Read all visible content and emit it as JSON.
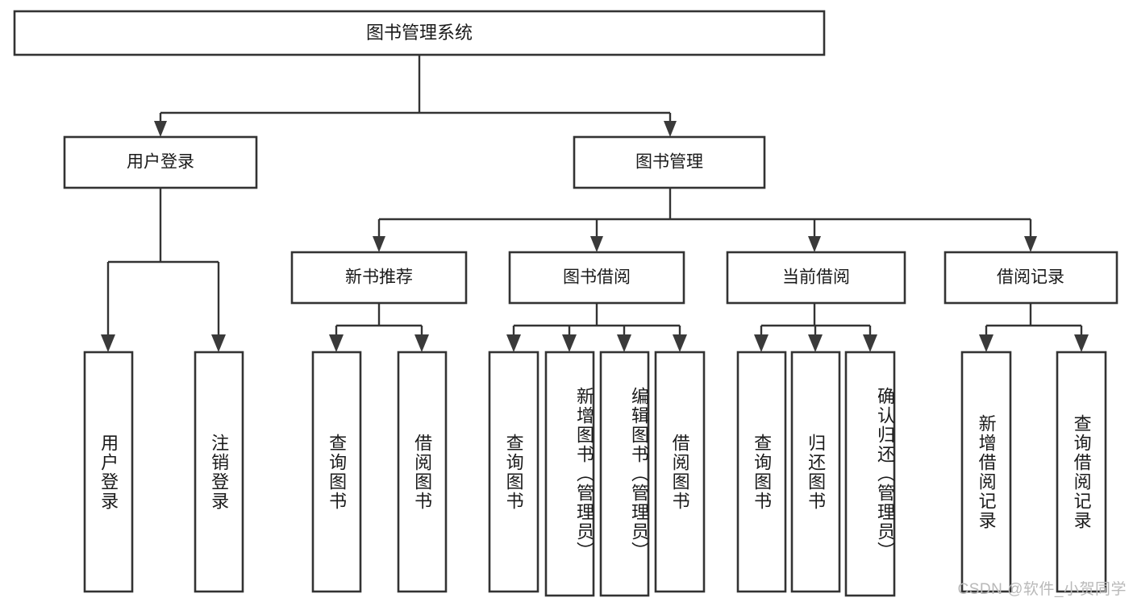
{
  "diagram": {
    "title": "图书管理系统",
    "watermark": "CSDN @软件_小贺同学",
    "line_color": "#333333",
    "box_fill": "#ffffff",
    "text_color": "#1a1a1a",
    "levels": {
      "root": {
        "label": "图书管理系统"
      },
      "level2": [
        {
          "label": "用户登录"
        },
        {
          "label": "图书管理"
        }
      ],
      "level3": [
        {
          "label": "新书推荐"
        },
        {
          "label": "图书借阅"
        },
        {
          "label": "当前借阅"
        },
        {
          "label": "借阅记录"
        }
      ],
      "leaves": {
        "user_login": [
          {
            "label": "用户登录"
          },
          {
            "label": "注销登录"
          }
        ],
        "new_book_recommend": [
          {
            "label": "查询图书"
          },
          {
            "label": "借阅图书"
          }
        ],
        "book_borrow": [
          {
            "label": "查询图书"
          },
          {
            "label": "新增图书（管理员）"
          },
          {
            "label": "编辑图书（管理员）"
          },
          {
            "label": "借阅图书"
          }
        ],
        "current_borrow": [
          {
            "label": "查询图书"
          },
          {
            "label": "归还图书"
          },
          {
            "label": "确认归还（管理员）"
          }
        ],
        "borrow_record": [
          {
            "label": "新增借阅记录"
          },
          {
            "label": "查询借阅记录"
          }
        ]
      }
    }
  }
}
